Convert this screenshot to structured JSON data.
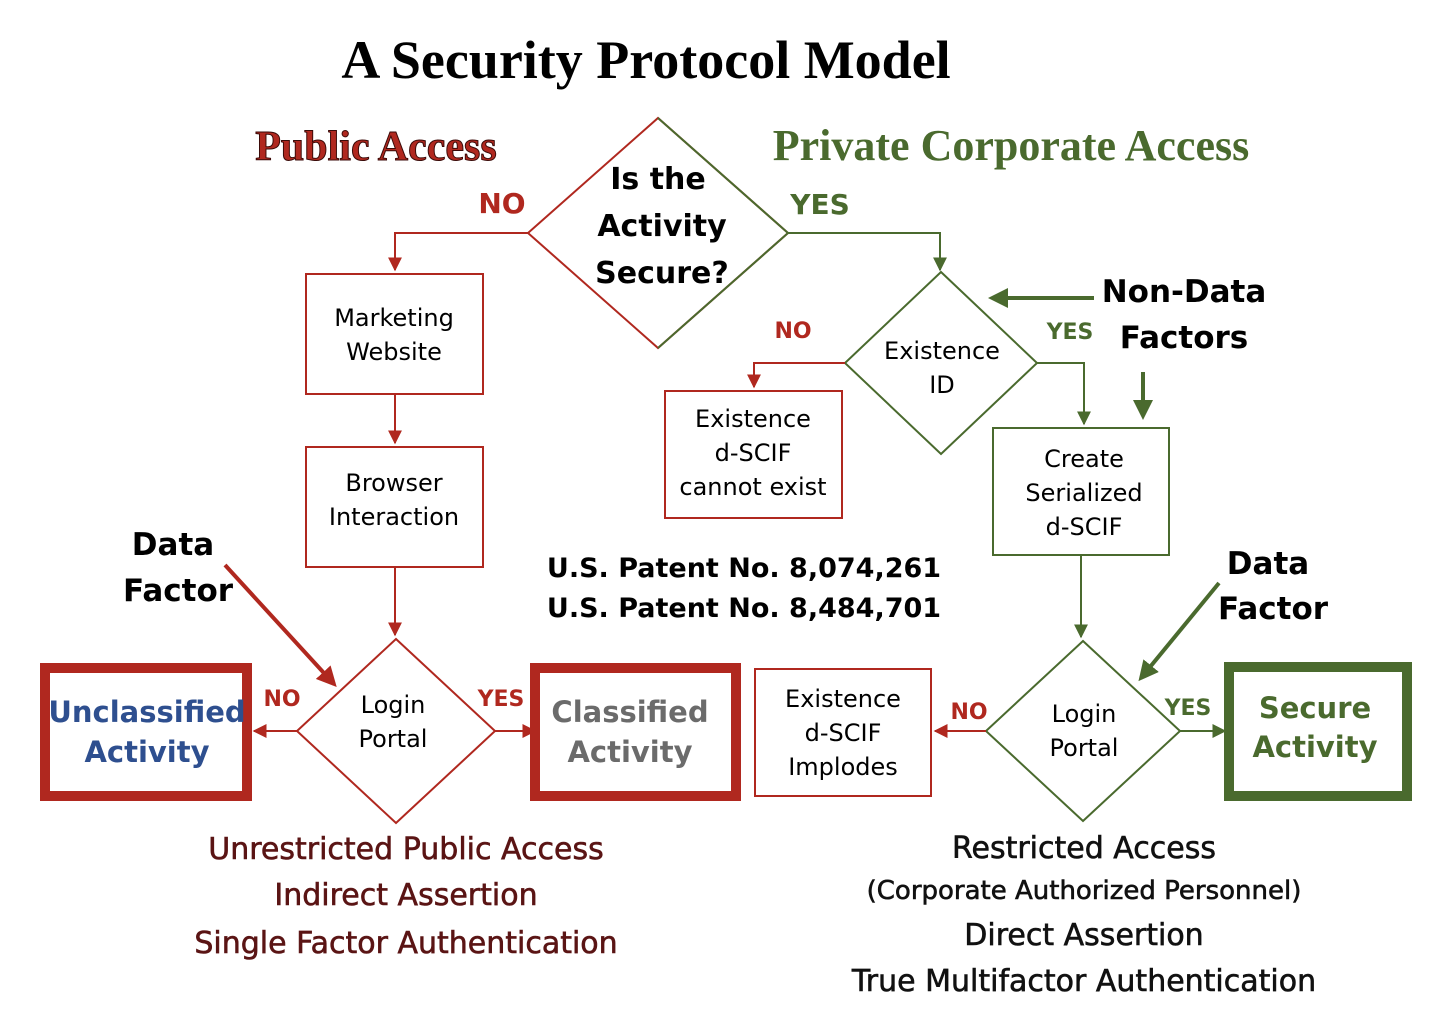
{
  "title": "A Security Protocol Model",
  "sections": {
    "public": "Public Access",
    "private": "Private Corporate Access"
  },
  "colors": {
    "public": "#b0281f",
    "private": "#4a6a2e",
    "classified_text": "#6b6b6b",
    "unclassified_text": "#2e4f8f",
    "footer_public": "#5a1414",
    "black": "#000000"
  },
  "decision_main": {
    "lines": [
      "Is the",
      "Activity",
      "Secure?"
    ]
  },
  "main_no": "NO",
  "main_yes": "YES",
  "public_flow": {
    "marketing": [
      "Marketing",
      "Website"
    ],
    "browser": [
      "Browser",
      "Interaction"
    ],
    "login": [
      "Login",
      "Portal"
    ],
    "no": "NO",
    "yes": "YES",
    "unclassified": [
      "Unclassified",
      "Activity"
    ],
    "classified": [
      "Classified",
      "Activity"
    ],
    "data_factor": [
      "Data",
      "Factor"
    ]
  },
  "private_flow": {
    "existence_id": [
      "Existence",
      "ID"
    ],
    "existence_no": "NO",
    "existence_yes": "YES",
    "cannot_exist": [
      "Existence",
      "d-SCIF",
      "cannot exist"
    ],
    "create": [
      "Create",
      "Serialized",
      "d-SCIF"
    ],
    "non_data_factors": [
      "Non-Data",
      "Factors"
    ],
    "login": [
      "Login",
      "Portal"
    ],
    "no": "NO",
    "yes": "YES",
    "implodes": [
      "Existence",
      "d-SCIF",
      "Implodes"
    ],
    "secure": [
      "Secure",
      "Activity"
    ],
    "data_factor": [
      "Data",
      "Factor"
    ]
  },
  "patents": [
    "U.S. Patent No. 8,074,261",
    "U.S. Patent No. 8,484,701"
  ],
  "footer_public": [
    "Unrestricted Public Access",
    "Indirect Assertion",
    "Single Factor Authentication"
  ],
  "footer_private": [
    "Restricted Access",
    "(Corporate Authorized Personnel)",
    "Direct Assertion",
    "True Multifactor Authentication"
  ]
}
